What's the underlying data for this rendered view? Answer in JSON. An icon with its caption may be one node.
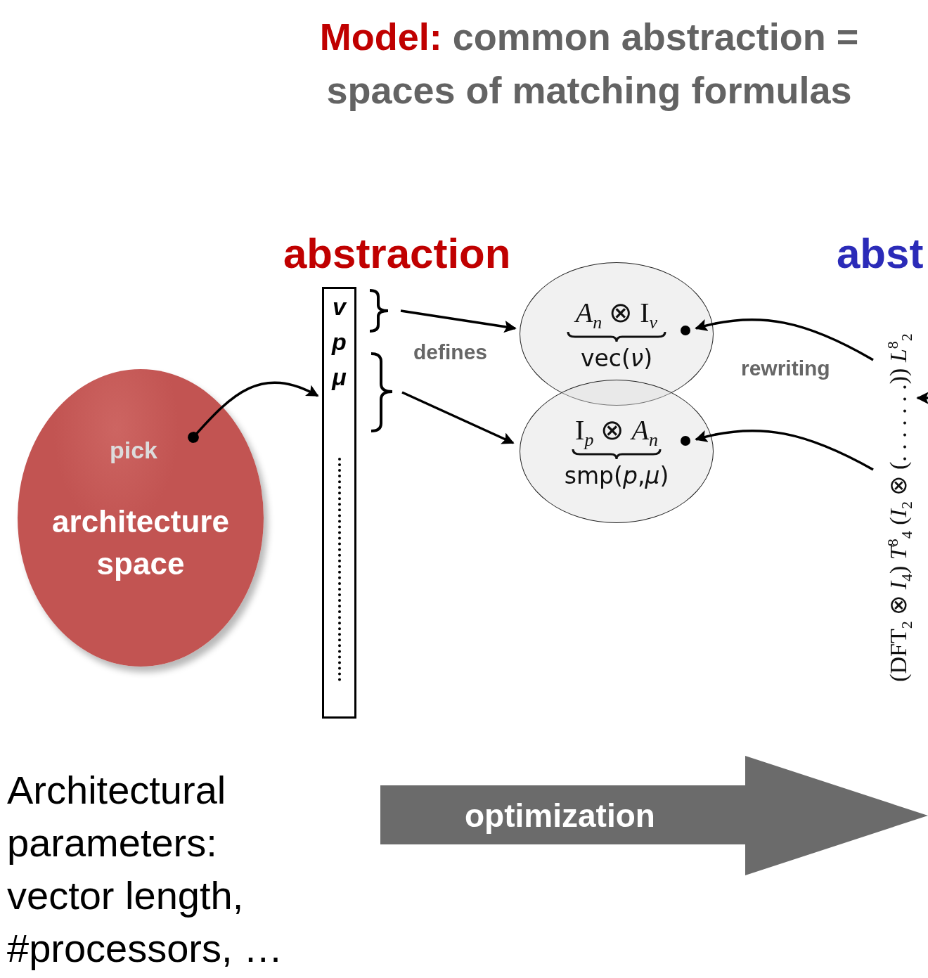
{
  "diagram": {
    "title": "**Model:** common abstraction = spaces of matching formulas",
    "nodes": [
      {
        "text": [
          "pick",
          "architecture space"
        ]
      },
      {
        "text": [
          "v",
          "p",
          "μ"
        ]
      },
      {
        "text": [
          "*A*$_{n}$ ⊗ I$_{ν}$",
          "vec(*ν*)"
        ]
      },
      {
        "text": [
          "I$_{p}$ ⊗ *A*$_{n}$",
          "smp(*p*,*μ*)"
        ]
      },
      {
        "text": [
          "(DFT$_{2}$ ⊗ *I*$_{4}$) *T*$^{8}$$_{4}$ (*I*$_{2}$ ⊗ (. . . . . . .)) *L*$^{8}$$_{2}$"
        ]
      },
      {
        "text": [
          "optimization"
        ]
      }
    ],
    "edges": [
      {
        "from": 0,
        "to": 1,
        "arrow": "to"
      },
      {
        "from": 1,
        "to": 2,
        "arrow": "to"
      },
      {
        "from": 1,
        "to": 3,
        "arrow": "to"
      },
      {
        "from": 4,
        "to": 2,
        "arrow": "to"
      },
      {
        "from": 4,
        "to": 3,
        "arrow": "to"
      },
      {
        "from": null,
        "to": 4,
        "arrow": "to"
      }
    ],
    "labels": [
      "abstraction",
      "abst",
      "defines",
      "rewriting",
      "Architectural parameters: vector length, #processors, …"
    ]
  }
}
